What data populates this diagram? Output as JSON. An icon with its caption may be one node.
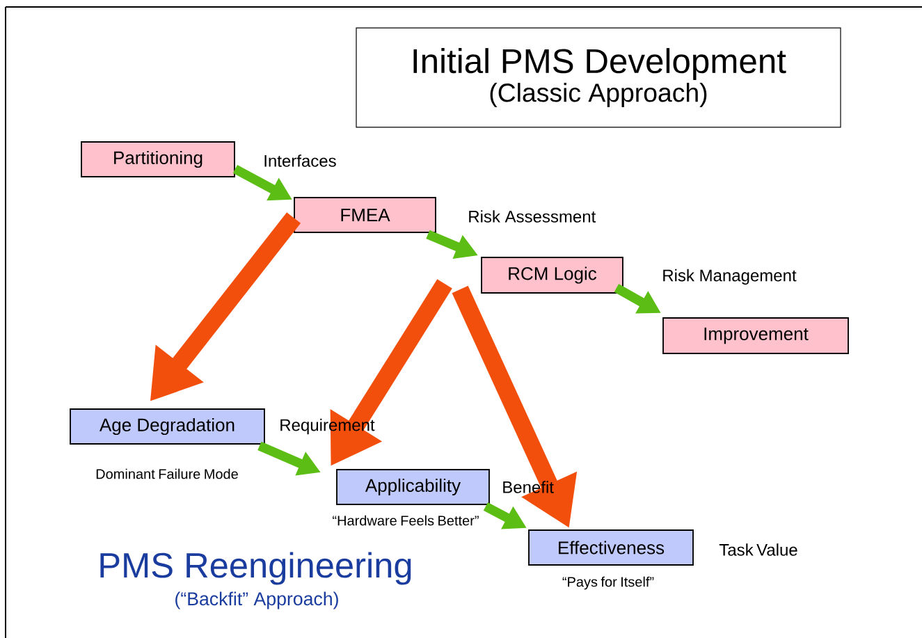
{
  "diagram": {
    "nodes": [
      {
        "text": [
          "Initial PMS Development",
          "(Classic Approach)"
        ]
      },
      {
        "text": [
          "Partitioning"
        ]
      },
      {
        "text": [
          "FMEA"
        ]
      },
      {
        "text": [
          "RCM Logic"
        ]
      },
      {
        "text": [
          "Improvement"
        ]
      },
      {
        "text": [
          "Age Degradation"
        ],
        "beside": [
          "Dominant Failure Mode"
        ]
      },
      {
        "text": [
          "Applicability"
        ],
        "beside": [
          "“Hardware Feels Better”"
        ]
      },
      {
        "text": [
          "Effectiveness"
        ],
        "beside": [
          "Task Value",
          "“Pays for Itself”"
        ]
      }
    ],
    "edges": [
      {
        "from": 1,
        "to": 2,
        "arrow": "to",
        "label": "Interfaces"
      },
      {
        "from": 2,
        "to": 3,
        "arrow": "to",
        "label": "Risk Assessment"
      },
      {
        "from": 3,
        "to": 4,
        "arrow": "to",
        "label": "Risk Management"
      },
      {
        "from": 2,
        "to": 5,
        "arrow": "to",
        "style": "thick",
        "color": "#f24f0c"
      },
      {
        "from": 3,
        "to": 6,
        "arrow": "to",
        "style": "thick",
        "color": "#f24f0c"
      },
      {
        "from": 3,
        "to": 7,
        "arrow": "to",
        "style": "thick",
        "color": "#f24f0c"
      },
      {
        "from": 5,
        "to": 6,
        "arrow": "to",
        "label": "Requirement"
      },
      {
        "from": 6,
        "to": 7,
        "arrow": "to",
        "label": "Benefit"
      }
    ],
    "labels": [
      "PMS Reengineering",
      "(“Backfit” Approach)"
    ]
  }
}
